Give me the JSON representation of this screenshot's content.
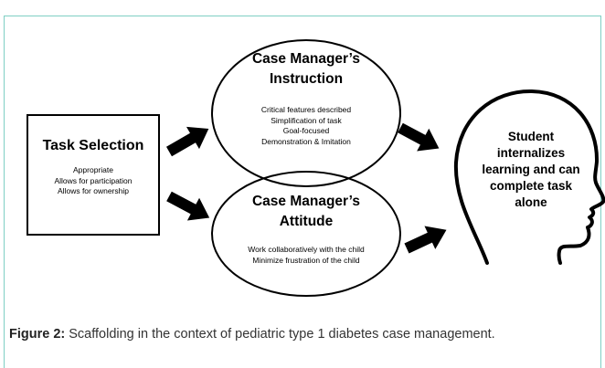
{
  "task_selection": {
    "title": "Task Selection",
    "items": [
      "Appropriate",
      "Allows for participation",
      "Allows for ownership"
    ]
  },
  "instruction": {
    "title_lines": [
      "Case Manager’s",
      "Instruction"
    ],
    "items": [
      "Critical features described",
      "Simplification of task",
      "Goal-focused",
      "Demonstration & Imitation"
    ]
  },
  "attitude": {
    "title_lines": [
      "Case Manager’s",
      "Attitude"
    ],
    "items": [
      "Work collaboratively with the child",
      "Minimize frustration of the child"
    ]
  },
  "student": {
    "lines": [
      "Student",
      "internalizes",
      "learning and can",
      "complete task",
      "alone"
    ]
  },
  "caption": {
    "label": "Figure 2:",
    "text": " Scaffolding in the context of pediatric type 1 diabetes case management."
  }
}
